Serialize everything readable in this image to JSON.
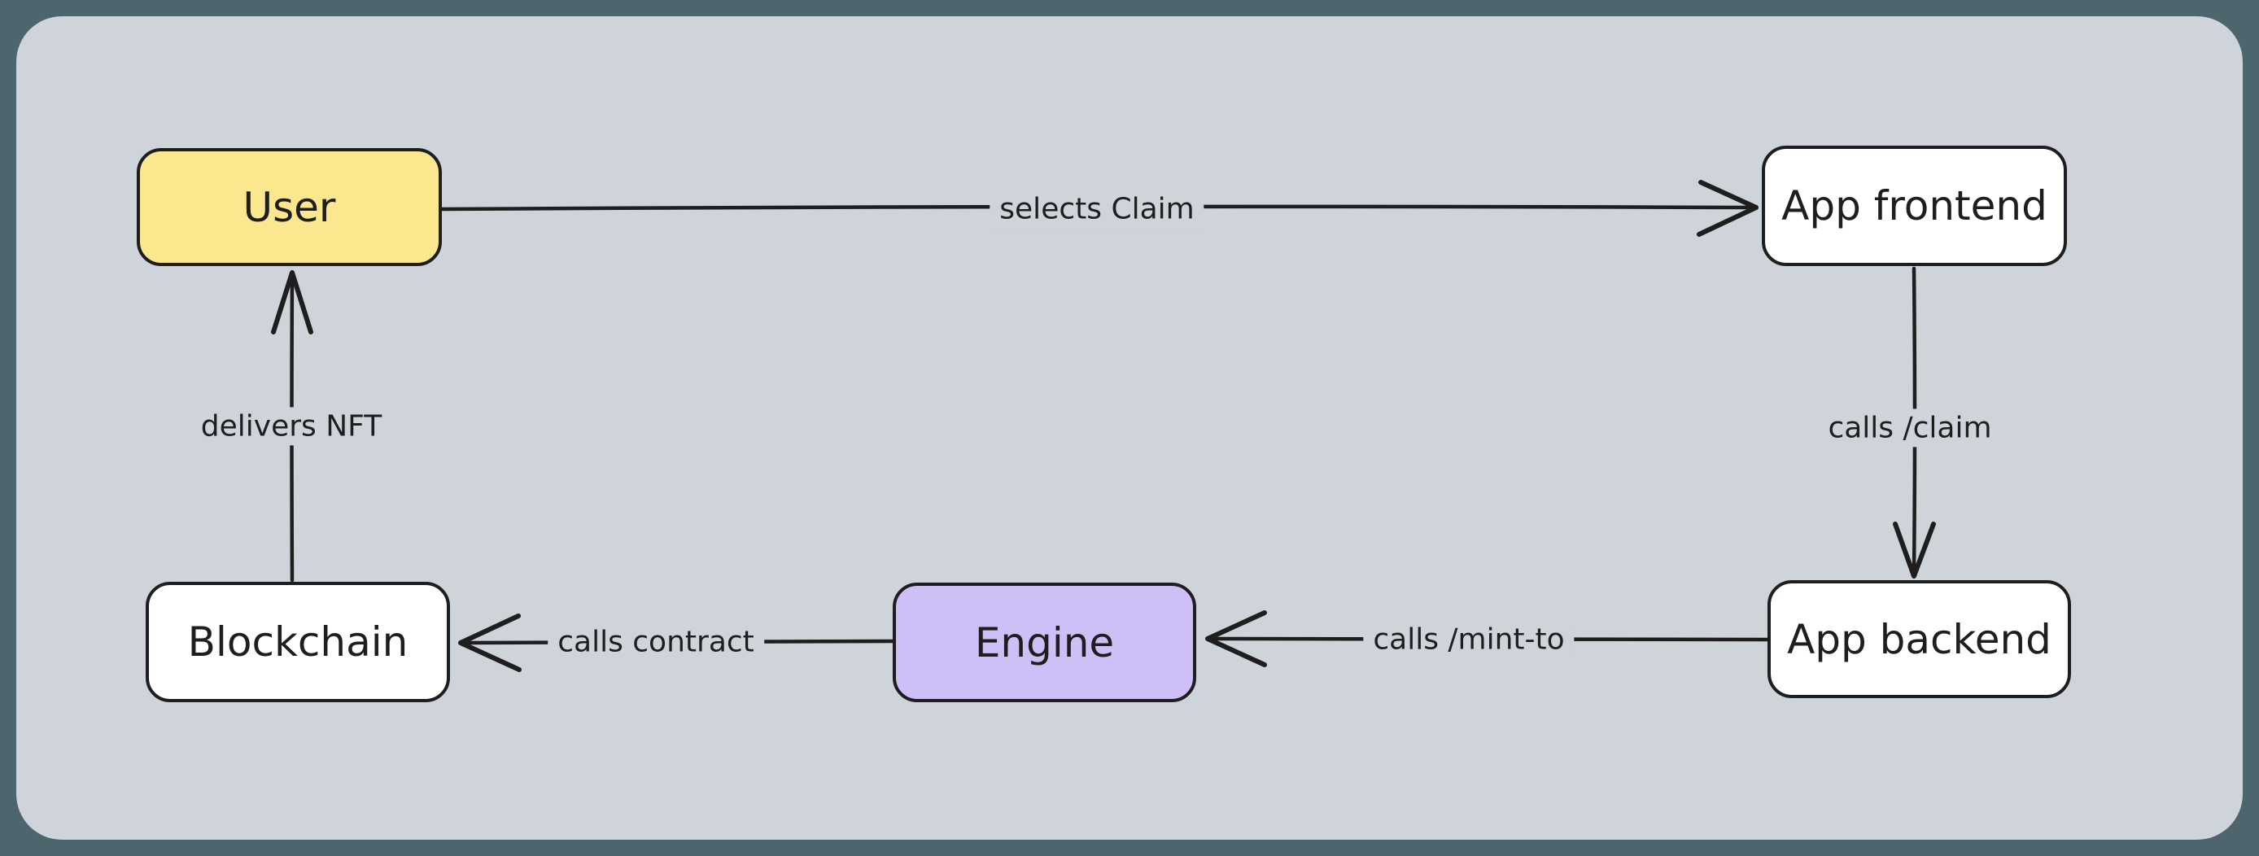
{
  "colors": {
    "outer_background": "#4d666e",
    "canvas_background": "#cfd3da",
    "stroke": "#1e1e1e",
    "node_user_fill": "#fbe78e",
    "node_engine_fill": "#cfbff7",
    "node_default_fill": "#ffffff"
  },
  "nodes": [
    {
      "id": "user",
      "label": "User",
      "fill": "#fbe78e"
    },
    {
      "id": "app-frontend",
      "label": "App frontend",
      "fill": "#ffffff"
    },
    {
      "id": "app-backend",
      "label": "App backend",
      "fill": "#ffffff"
    },
    {
      "id": "engine",
      "label": "Engine",
      "fill": "#cfbff7"
    },
    {
      "id": "blockchain",
      "label": "Blockchain",
      "fill": "#ffffff"
    }
  ],
  "edges": [
    {
      "from": "User",
      "to": "App frontend",
      "label": "selects Claim"
    },
    {
      "from": "App frontend",
      "to": "App backend",
      "label": "calls /claim"
    },
    {
      "from": "App backend",
      "to": "Engine",
      "label": "calls /mint-to"
    },
    {
      "from": "Engine",
      "to": "Blockchain",
      "label": "calls contract"
    },
    {
      "from": "Blockchain",
      "to": "User",
      "label": "delivers NFT"
    }
  ]
}
